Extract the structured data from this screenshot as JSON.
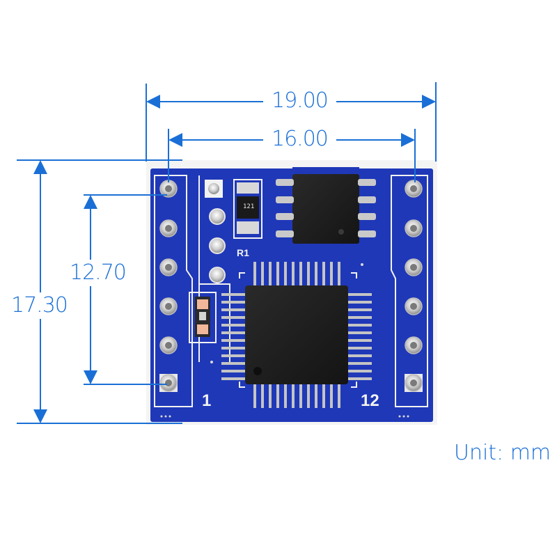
{
  "dimensions": {
    "outer_width": "19.00",
    "inner_width": "16.00",
    "board_height": "17.30",
    "pin_span": "12.70"
  },
  "board": {
    "pin_label_first": "1",
    "pin_label_last": "12",
    "resistor_ref": "R1",
    "resistor_code": "121"
  },
  "unit": "Unit: mm",
  "colors": {
    "dimension": "#1a6fd6",
    "pcb": "#1f38b8",
    "silkscreen": "#f2f2f2",
    "chip": "#1c1c1c"
  }
}
